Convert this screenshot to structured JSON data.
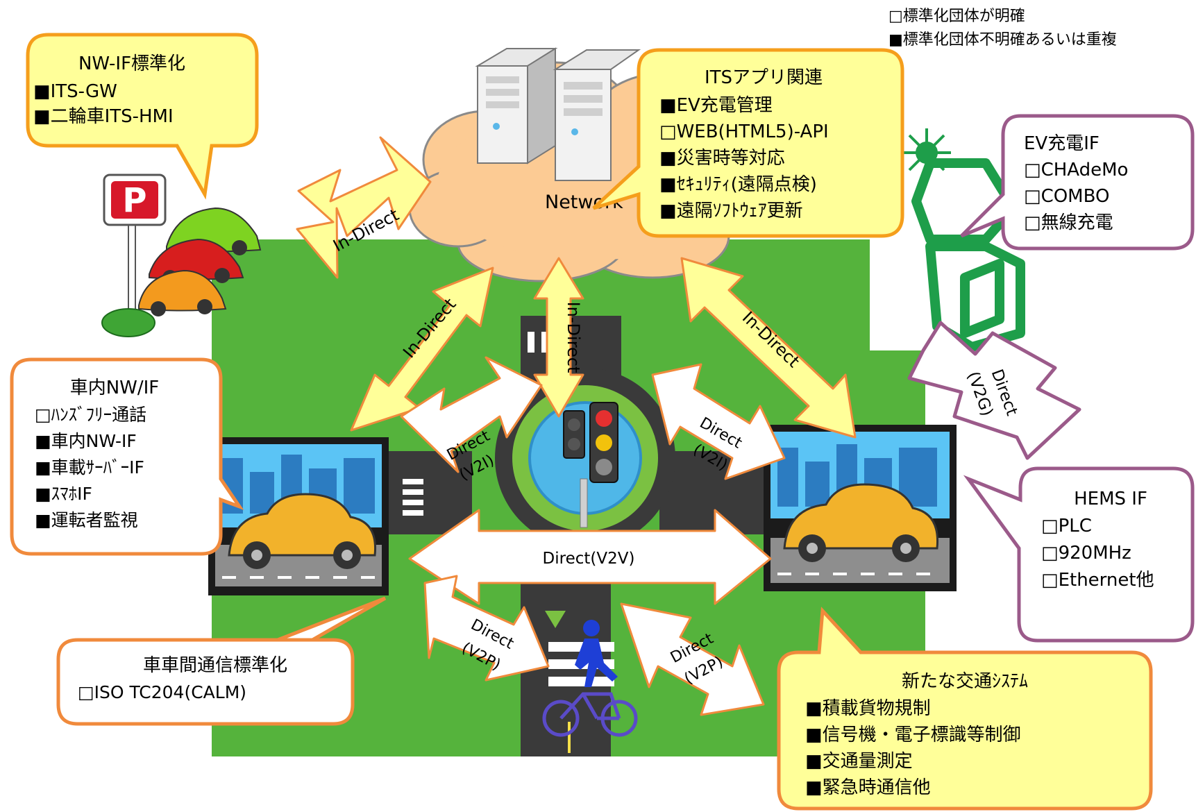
{
  "legend": {
    "open_box": "□標準化団体が明確",
    "filled_box": "■標準化団体不明確あるいは重複"
  },
  "network_label": "Network",
  "callouts": {
    "nwif": {
      "title": "NW-IF標準化",
      "items": [
        "■ITS-GW",
        "■二輪車ITS-HMI"
      ]
    },
    "its_app": {
      "title": "ITSアプリ関連",
      "items": [
        "■EV充電管理",
        "□WEB(HTML5)-API",
        "■災害時等対応",
        "■ｾｷｭﾘﾃｨ(遠隔点検)",
        "■遠隔ｿﾌﾄｳｪｱ更新"
      ]
    },
    "ev_charge": {
      "title": "EV充電IF",
      "items": [
        "□CHAdeMo",
        "□COMBO",
        "□無線充電"
      ]
    },
    "in_vehicle": {
      "title": "車内NW/IF",
      "items": [
        "□ﾊﾝｽﾞﾌﾘｰ通話",
        "■車内NW-IF",
        "■車載ｻｰﾊﾞｰIF",
        "■ｽﾏﾎIF",
        "■運転者監視"
      ]
    },
    "hems": {
      "title": "HEMS IF",
      "items": [
        "□PLC",
        "□920MHz",
        "□Ethernet他"
      ]
    },
    "v2v_std": {
      "title": "車車間通信標準化",
      "items": [
        "□ISO TC204(CALM)"
      ]
    },
    "new_traffic": {
      "title": "新たな交通ｼｽﾃﾑ",
      "items": [
        "■積載貨物規制",
        "■信号機・電子標識等制御",
        "■交通量測定",
        "■緊急時通信他"
      ]
    }
  },
  "arrows": {
    "indirect": "In-Direct",
    "direct": "Direct",
    "v2i": "(V2I)",
    "v2g": "(V2G)",
    "v2p": "(V2P)",
    "v2v": "Direct(V2V)"
  },
  "parking_sign": "P",
  "colors": {
    "callout_fill": "#FFFF99",
    "callout_orange": "#F59E1C",
    "callout_purple": "#9B5A8A",
    "arrow_yellow": "#FFFF99",
    "arrow_white": "#FFFFFF",
    "arrow_stroke": "#F08A3C",
    "cloud": "#FCCB94",
    "grass": "#55B33C",
    "road": "#3A3A3A"
  }
}
